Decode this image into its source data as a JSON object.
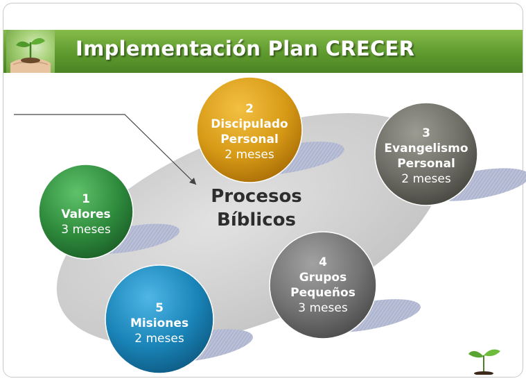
{
  "title": "Implementación Plan CRECER",
  "center_label": [
    "Procesos",
    "Bíblicos"
  ],
  "steps": [
    {
      "number": "2",
      "title_lines": [
        "Discipulado",
        "Personal"
      ],
      "duration": "2 meses",
      "color": "#d79a16"
    },
    {
      "number": "3",
      "title_lines": [
        "Evangelismo",
        "Personal"
      ],
      "duration": "2 meses",
      "color": "#6e6e66"
    },
    {
      "number": "1",
      "title_lines": [
        "Valores"
      ],
      "duration": "3 meses",
      "color": "#2e8b3c"
    },
    {
      "number": "4",
      "title_lines": [
        "Grupos",
        "Pequeños"
      ],
      "duration": "3 meses",
      "color": "#737373"
    },
    {
      "number": "5",
      "title_lines": [
        "Misiones"
      ],
      "duration": "2 meses",
      "color": "#1a84b8"
    }
  ],
  "colors": {
    "title_bar": "#5e9a2e",
    "ellipse": "#cfcfcf",
    "shadow": "#a6aec9"
  },
  "icons": [
    "hands-plant-icon",
    "sprout-icon",
    "pointer-arrow"
  ]
}
